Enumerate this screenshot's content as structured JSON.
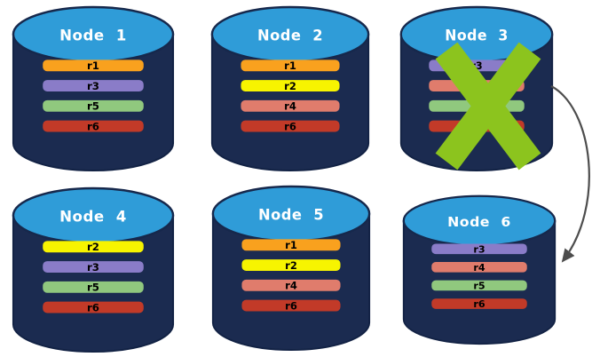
{
  "diagram": {
    "description_label": ""
  },
  "colors": {
    "cylinder_body": "#1B2B50",
    "cylinder_top": "#2F9CD8",
    "fail_x": "#8CC41E",
    "arrow": "#4D4D4D"
  },
  "nodes": [
    {
      "title": "Node 1",
      "failed": false,
      "replicas": [
        {
          "label": "r1",
          "color": "#F9A11E"
        },
        {
          "label": "r3",
          "color": "#8A7CC8"
        },
        {
          "label": "r5",
          "color": "#90C87E"
        },
        {
          "label": "r6",
          "color": "#C23A28"
        }
      ]
    },
    {
      "title": "Node 2",
      "failed": false,
      "replicas": [
        {
          "label": "r1",
          "color": "#F9A11E"
        },
        {
          "label": "r2",
          "color": "#F7F400"
        },
        {
          "label": "r4",
          "color": "#E07C6C"
        },
        {
          "label": "r6",
          "color": "#C23A28"
        }
      ]
    },
    {
      "title": "Node 3",
      "failed": true,
      "replicas": [
        {
          "label": "r3",
          "color": "#8A7CC8"
        },
        {
          "label": "",
          "color": "#E07C6C"
        },
        {
          "label": "",
          "color": "#90C87E"
        },
        {
          "label": "",
          "color": "#C23A28"
        }
      ]
    },
    {
      "title": "Node 4",
      "failed": false,
      "replicas": [
        {
          "label": "r2",
          "color": "#F7F400"
        },
        {
          "label": "r3",
          "color": "#8A7CC8"
        },
        {
          "label": "r5",
          "color": "#90C87E"
        },
        {
          "label": "r6",
          "color": "#C23A28"
        }
      ]
    },
    {
      "title": "Node 5",
      "failed": false,
      "replicas": [
        {
          "label": "r1",
          "color": "#F9A11E"
        },
        {
          "label": "r2",
          "color": "#F7F400"
        },
        {
          "label": "r4",
          "color": "#E07C6C"
        },
        {
          "label": "r6",
          "color": "#C23A28"
        }
      ]
    },
    {
      "title": "Node 6",
      "failed": false,
      "replicas": [
        {
          "label": "r3",
          "color": "#8A7CC8"
        },
        {
          "label": "r4",
          "color": "#E07C6C"
        },
        {
          "label": "r5",
          "color": "#90C87E"
        },
        {
          "label": "r6",
          "color": "#C23A28"
        }
      ]
    }
  ]
}
